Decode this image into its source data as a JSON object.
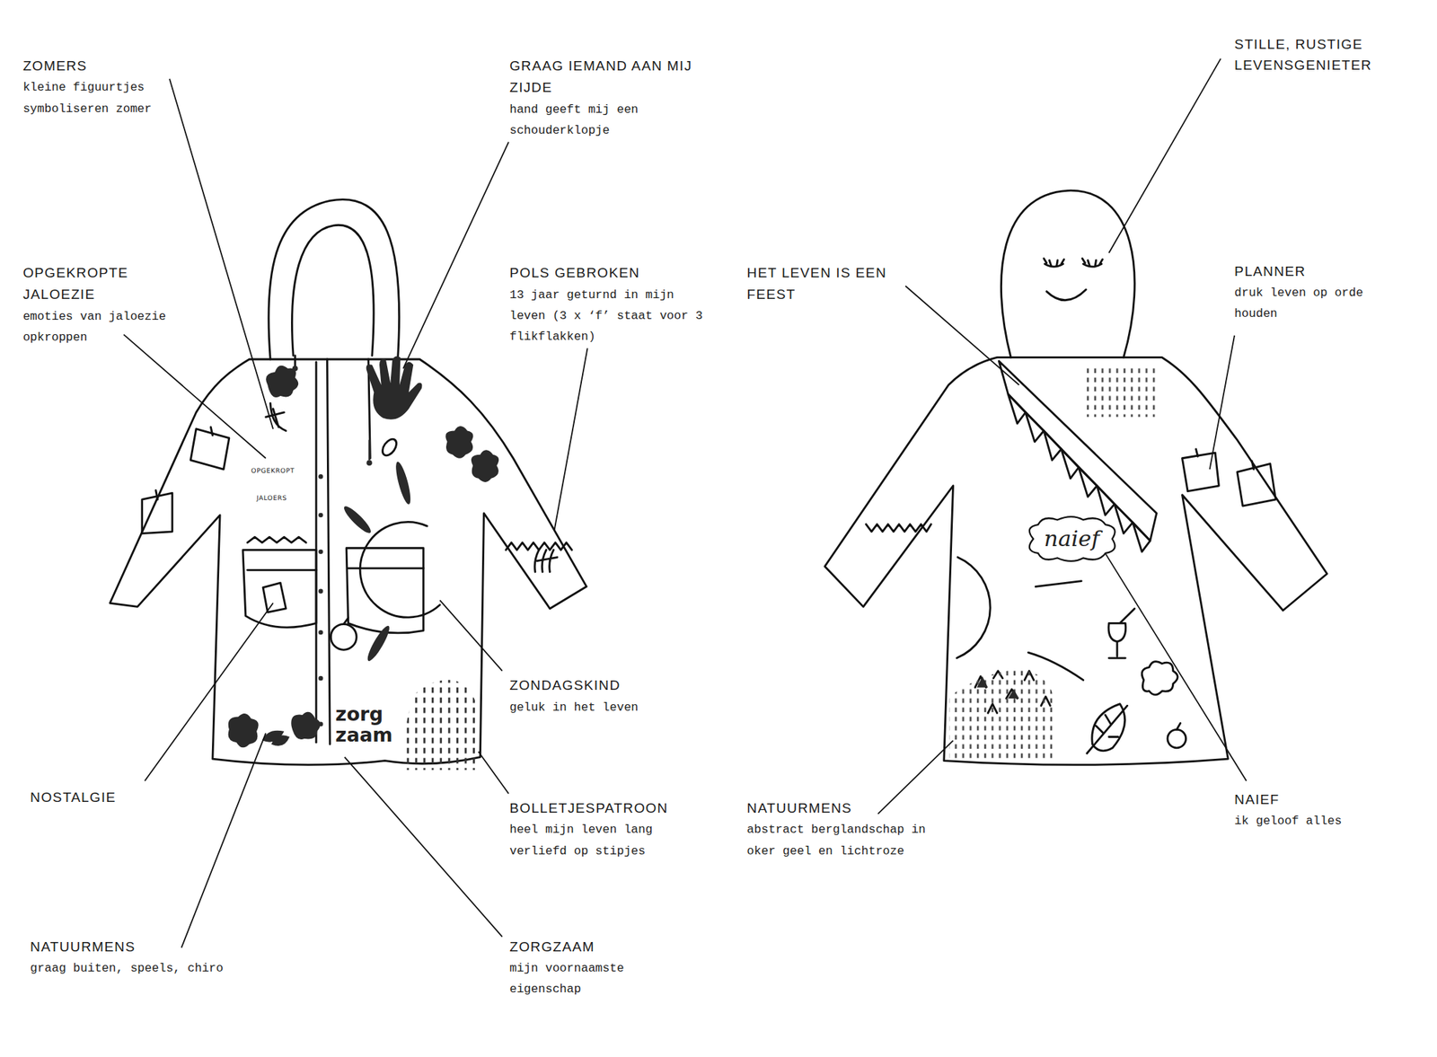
{
  "diagram": {
    "nodes": [
      {
        "text": [
          "naief"
        ]
      }
    ],
    "labels": [
      "ZOMERS",
      "kleine figuurtjes symboliseren zomer",
      "GRAAG IEMAND AAN MIJ ZIJDE",
      "hand geeft mij een schouderklopje",
      "STILLE, RUSTIGE LEVENSGENIETER",
      "OPGEKROPTE JALOEZIE",
      "emoties van jaloezie opkroppen",
      "POLS GEBROKEN",
      "13 jaar geturnd in mijn leven (3 x ‘f’ staat voor 3 flikflakken)",
      "HET LEVEN IS EEN FEEST",
      "PLANNER",
      "druk leven op orde houden",
      "OPGEKROPT",
      "JALOERS",
      "ZONDAGSKIND",
      "geluk in het leven",
      "zorg zaam",
      "NOSTALGIE",
      "BOLLETJESPATROON",
      "heel mijn leven lang verliefd op stipjes",
      "NATUURMENS",
      "abstract berglandschap in oker geel en lichtroze",
      "NAIEF",
      "ik geloof alles",
      "NATUURMENS",
      "graag buiten, speels, chiro",
      "ZORGZAAM",
      "mijn voornaamste eigenschap"
    ]
  }
}
